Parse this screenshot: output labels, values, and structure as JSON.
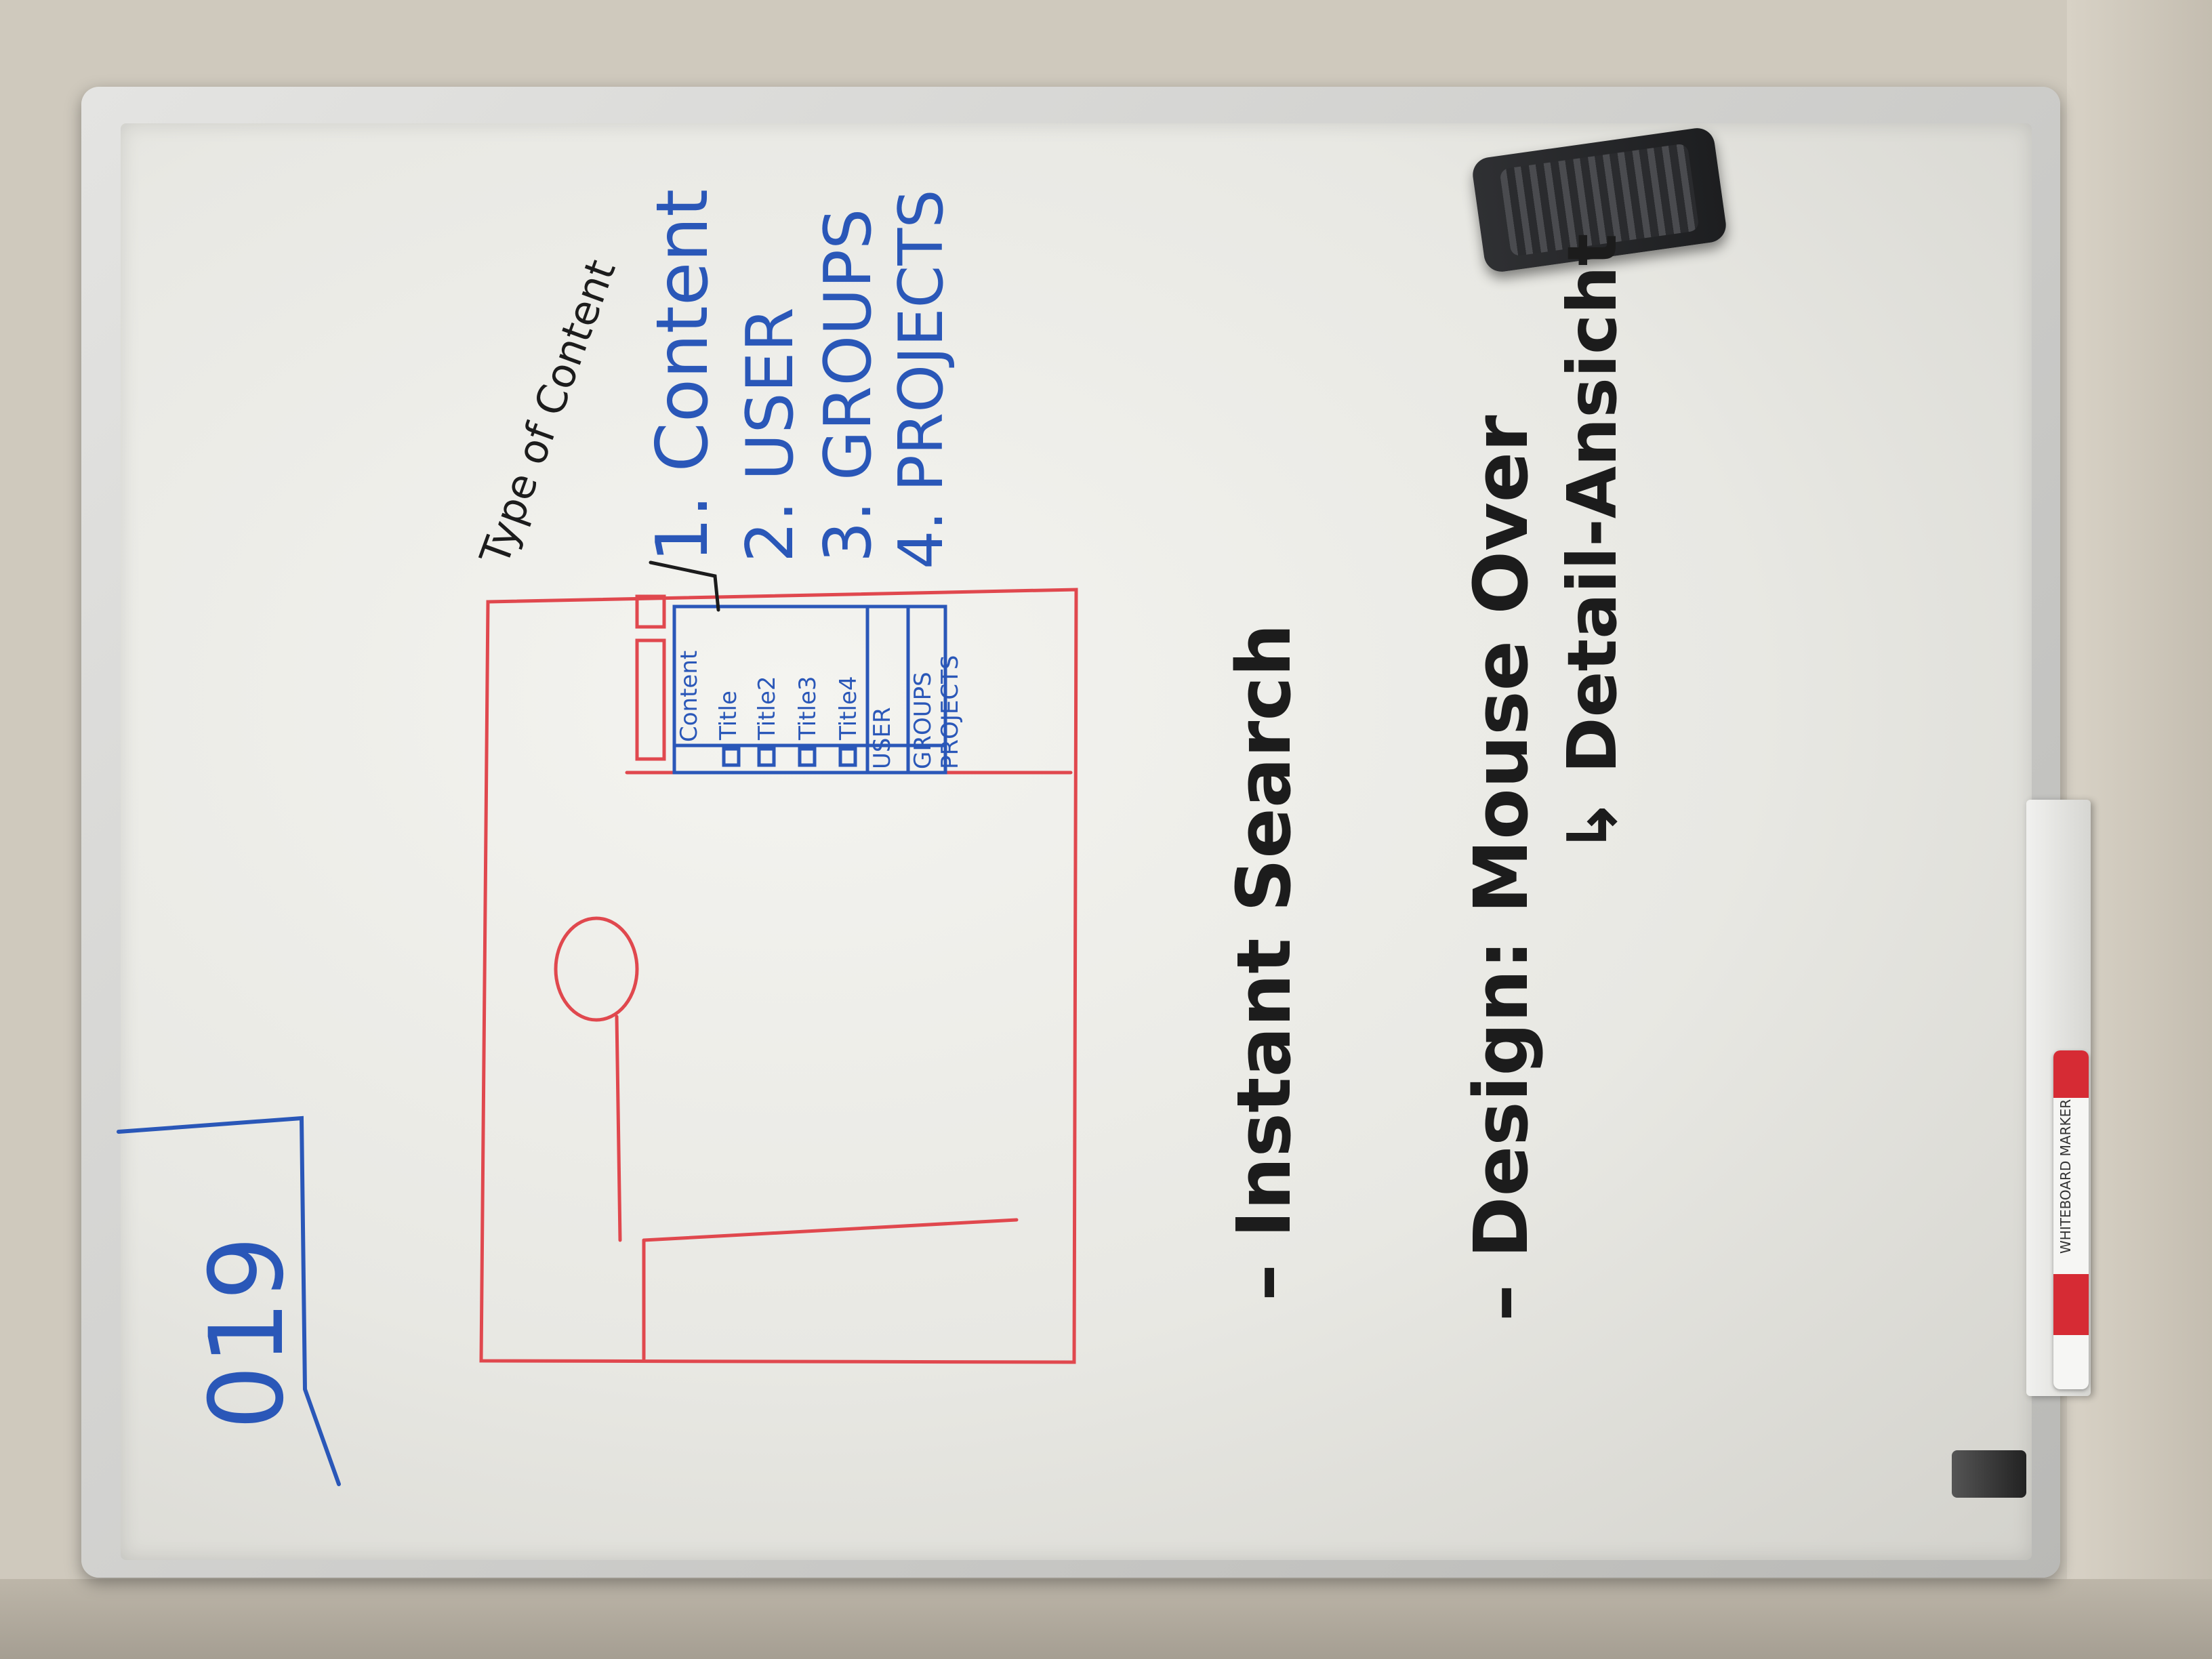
{
  "whiteboard": {
    "page_number": "019",
    "wireframe": {
      "search_dropdown": {
        "category_tab": "Content",
        "results": [
          "Title",
          "Title2",
          "Title3",
          "Title4"
        ],
        "sections": [
          "USER",
          "GROUPS",
          "PROJECTS"
        ]
      }
    },
    "annotation": "Type of Content",
    "content_types": [
      "1. Content",
      "2. USER",
      "3. GROUPS",
      "4. PROJECTS"
    ],
    "notes": {
      "instant_search": "– Instant Search",
      "design": "– Design:  Mouse Over",
      "detail": "↳ Detail-Ansicht"
    },
    "marker_label": "WHITEBOARD MARKER",
    "colors": {
      "red": "#e0484e",
      "blue": "#2a57b8",
      "black": "#1c1c1c"
    }
  }
}
